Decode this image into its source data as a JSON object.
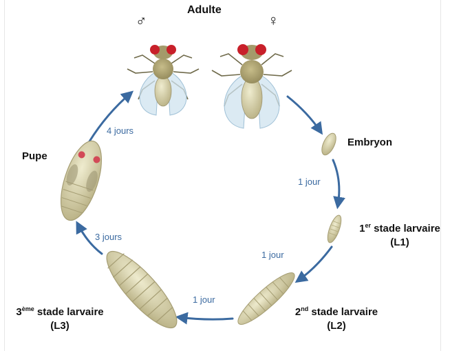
{
  "title": "Adulte",
  "symbols": {
    "male": "♂",
    "female": "♀"
  },
  "stages": {
    "embryo": "Embryon",
    "l1": {
      "num": "1",
      "sup": "er",
      "text": " stade larvaire",
      "code": "(L1)"
    },
    "l2": {
      "num": "2",
      "sup": "nd",
      "text": " stade larvaire",
      "code": "(L2)"
    },
    "l3": {
      "num": "3",
      "sup": "ème",
      "text": " stade larvaire",
      "code": "(L3)"
    },
    "pupa": "Pupe"
  },
  "durations": {
    "adult_to_embryo": "",
    "embryo_to_l1": "1 jour",
    "l1_to_l2": "1 jour",
    "l2_to_l3": "1 jour",
    "l3_to_pupa": "3 jours",
    "pupa_to_adult": "4 jours"
  },
  "colors": {
    "arrow": "#3b6aa0",
    "body": "#d8d3a6",
    "body_dark": "#b8b083",
    "wing": "#cfe3ef",
    "eye": "#c8202a",
    "thorax": "#a49a6a"
  }
}
